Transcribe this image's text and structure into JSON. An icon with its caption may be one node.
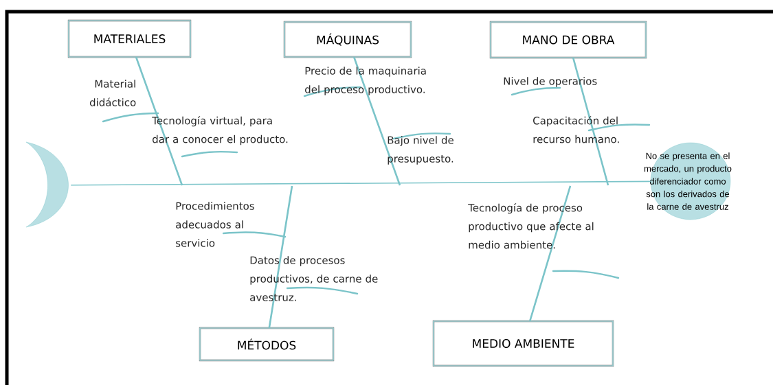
{
  "diagram": {
    "nodes": [
      {
        "text": [
          "MATERIALES"
        ]
      },
      {
        "text": [
          "MÁQUINAS"
        ]
      },
      {
        "text": [
          "MANO DE OBRA"
        ]
      },
      {
        "text": [
          "MÉTODOS"
        ]
      },
      {
        "text": [
          "MEDIO AMBIENTE"
        ]
      },
      {
        "text": [
          "No se presenta en el mercado, un producto diferenciador como son los derivados de la carne de avestruz"
        ]
      },
      {
        "text": [],
        "shape": "crescent"
      }
    ],
    "edges": [
      {
        "from": 6,
        "to": 5,
        "arrow": "none"
      },
      {
        "from": 0,
        "to": null,
        "arrow": "none"
      },
      {
        "from": 1,
        "to": null,
        "arrow": "none"
      },
      {
        "from": 2,
        "to": null,
        "arrow": "none"
      },
      {
        "from": 3,
        "to": null,
        "arrow": "none"
      },
      {
        "from": 4,
        "to": null,
        "arrow": "none"
      }
    ],
    "labels": [
      "Material didáctico",
      "Tecnología virtual, para dar a conocer el producto.",
      "Precio de la maquinaria del proceso productivo.",
      "Bajo nivel de presupuesto.",
      "Nivel de operarios",
      "Capacitación del recurso humano.",
      "Procedimientos adecuados al servicio",
      "Datos de procesos productivos, de carne de avestruz.",
      "Tecnología de proceso productivo que afecte al medio ambiente."
    ]
  }
}
